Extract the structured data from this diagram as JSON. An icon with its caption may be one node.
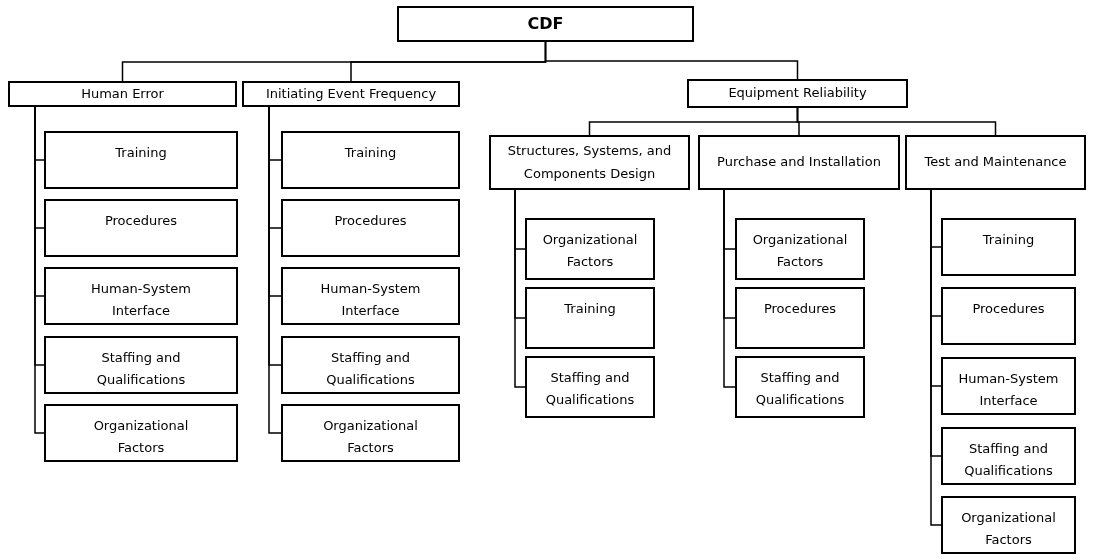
{
  "diagram": {
    "nodes": [
      {
        "text": [
          "CDF"
        ]
      },
      {
        "text": [
          "Human Error"
        ]
      },
      {
        "text": [
          "Training"
        ]
      },
      {
        "text": [
          "Procedures"
        ]
      },
      {
        "text": [
          "Human-System Interface"
        ]
      },
      {
        "text": [
          "Staffing and Qualifications"
        ]
      },
      {
        "text": [
          "Organizational Factors"
        ]
      },
      {
        "text": [
          "Initiating Event Frequency"
        ]
      },
      {
        "text": [
          "Training"
        ]
      },
      {
        "text": [
          "Procedures"
        ]
      },
      {
        "text": [
          "Human-System Interface"
        ]
      },
      {
        "text": [
          "Staffing and Qualifications"
        ]
      },
      {
        "text": [
          "Organizational Factors"
        ]
      },
      {
        "text": [
          "Equipment Reliability"
        ]
      },
      {
        "text": [
          "Structures, Systems, and Components Design"
        ]
      },
      {
        "text": [
          "Organizational Factors"
        ]
      },
      {
        "text": [
          "Training"
        ]
      },
      {
        "text": [
          "Staffing and Qualifications"
        ]
      },
      {
        "text": [
          "Purchase and Installation"
        ]
      },
      {
        "text": [
          "Organizational Factors"
        ]
      },
      {
        "text": [
          "Procedures"
        ]
      },
      {
        "text": [
          "Staffing and Qualifications"
        ]
      },
      {
        "text": [
          "Test and Maintenance"
        ]
      },
      {
        "text": [
          "Training"
        ]
      },
      {
        "text": [
          "Procedures"
        ]
      },
      {
        "text": [
          "Human-System Interface"
        ]
      },
      {
        "text": [
          "Staffing and Qualifications"
        ]
      },
      {
        "text": [
          "Organizational Factors"
        ]
      }
    ],
    "edges": [
      {
        "from": 0,
        "to": 1,
        "arrow": "none"
      },
      {
        "from": 0,
        "to": 7,
        "arrow": "none"
      },
      {
        "from": 0,
        "to": 13,
        "arrow": "none"
      },
      {
        "from": 1,
        "to": 2,
        "arrow": "none"
      },
      {
        "from": 1,
        "to": 3,
        "arrow": "none"
      },
      {
        "from": 1,
        "to": 4,
        "arrow": "none"
      },
      {
        "from": 1,
        "to": 5,
        "arrow": "none"
      },
      {
        "from": 1,
        "to": 6,
        "arrow": "none"
      },
      {
        "from": 7,
        "to": 8,
        "arrow": "none"
      },
      {
        "from": 7,
        "to": 9,
        "arrow": "none"
      },
      {
        "from": 7,
        "to": 10,
        "arrow": "none"
      },
      {
        "from": 7,
        "to": 11,
        "arrow": "none"
      },
      {
        "from": 7,
        "to": 12,
        "arrow": "none"
      },
      {
        "from": 13,
        "to": 14,
        "arrow": "none"
      },
      {
        "from": 13,
        "to": 18,
        "arrow": "none"
      },
      {
        "from": 13,
        "to": 22,
        "arrow": "none"
      },
      {
        "from": 14,
        "to": 15,
        "arrow": "none"
      },
      {
        "from": 14,
        "to": 16,
        "arrow": "none"
      },
      {
        "from": 14,
        "to": 17,
        "arrow": "none"
      },
      {
        "from": 18,
        "to": 19,
        "arrow": "none"
      },
      {
        "from": 18,
        "to": 20,
        "arrow": "none"
      },
      {
        "from": 18,
        "to": 21,
        "arrow": "none"
      },
      {
        "from": 22,
        "to": 23,
        "arrow": "none"
      },
      {
        "from": 22,
        "to": 24,
        "arrow": "none"
      },
      {
        "from": 22,
        "to": 25,
        "arrow": "none"
      },
      {
        "from": 22,
        "to": 26,
        "arrow": "none"
      },
      {
        "from": 22,
        "to": 27,
        "arrow": "none"
      }
    ]
  }
}
